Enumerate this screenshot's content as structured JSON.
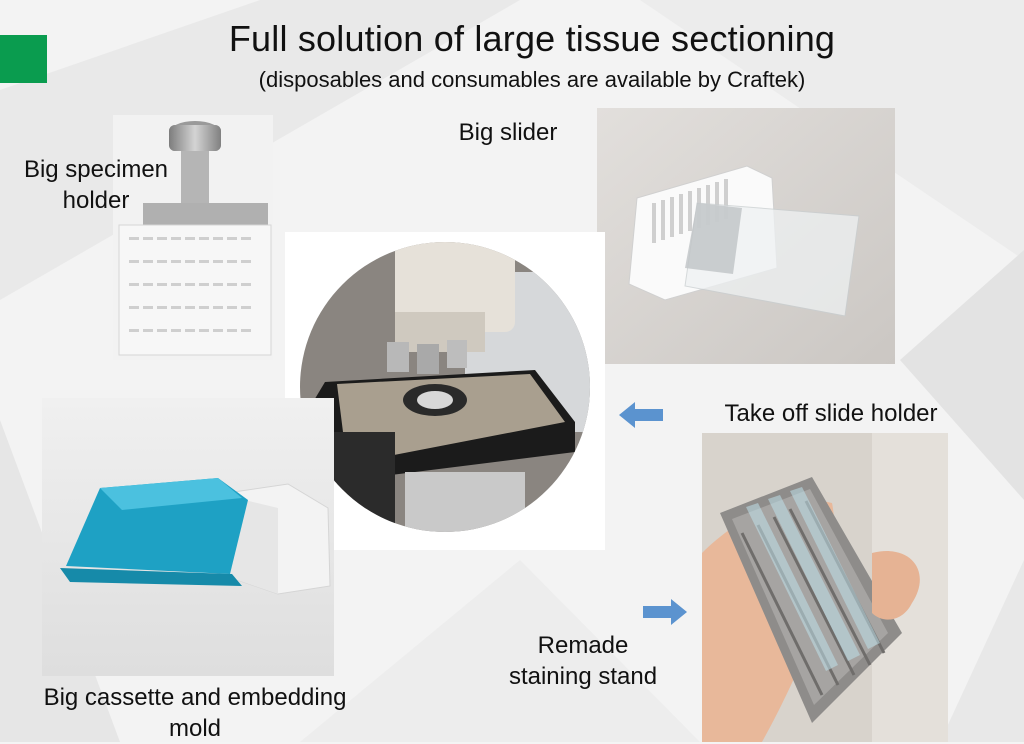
{
  "title": "Full solution of large tissue sectioning",
  "subtitle": "(disposables  and consumables are available by Craftek)",
  "labels": {
    "specimen_holder_line1": "Big specimen",
    "specimen_holder_line2": "holder",
    "big_slider": "Big slider",
    "take_off_slide_holder": "Take off slide holder",
    "remade_staining_line1": "Remade",
    "remade_staining_line2": "staining stand",
    "cassette_line1": "Big cassette and embedding",
    "cassette_line2": "mold"
  },
  "colors": {
    "accent_green": "#0a9c4f",
    "arrow_blue": "#5b93cf",
    "mold_teal": "#1ea1c4"
  },
  "icons": {
    "left_arrow": "arrow-left-icon",
    "right_arrow": "arrow-right-icon"
  }
}
